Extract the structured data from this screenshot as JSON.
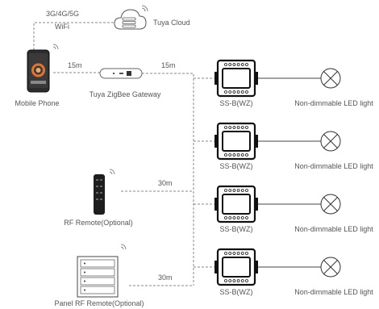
{
  "labels": {
    "cell_link": "3G/4G/5G",
    "wifi_link": "WiFi",
    "cloud": "Tuya Cloud",
    "phone": "Mobile Phone",
    "phone_gateway_distance": "15m",
    "gateway_controller_distance": "15m",
    "gateway": "Tuya ZigBee Gateway",
    "rf_remote": "RF Remote(Optional)",
    "rf_remote_distance": "30m",
    "panel_remote": "Panel RF Remote(Optional)",
    "panel_remote_distance": "30m"
  },
  "controllers": [
    {
      "model": "SS-B(WZ)",
      "load": "Non-dimmable LED light"
    },
    {
      "model": "SS-B(WZ)",
      "load": "Non-dimmable LED light"
    },
    {
      "model": "SS-B(WZ)",
      "load": "Non-dimmable LED light"
    },
    {
      "model": "SS-B(WZ)",
      "load": "Non-dimmable LED light"
    }
  ],
  "colors": {
    "line": "#777777",
    "stroke": "#222222",
    "text": "#555555",
    "phone_accent": "#e8732a"
  }
}
